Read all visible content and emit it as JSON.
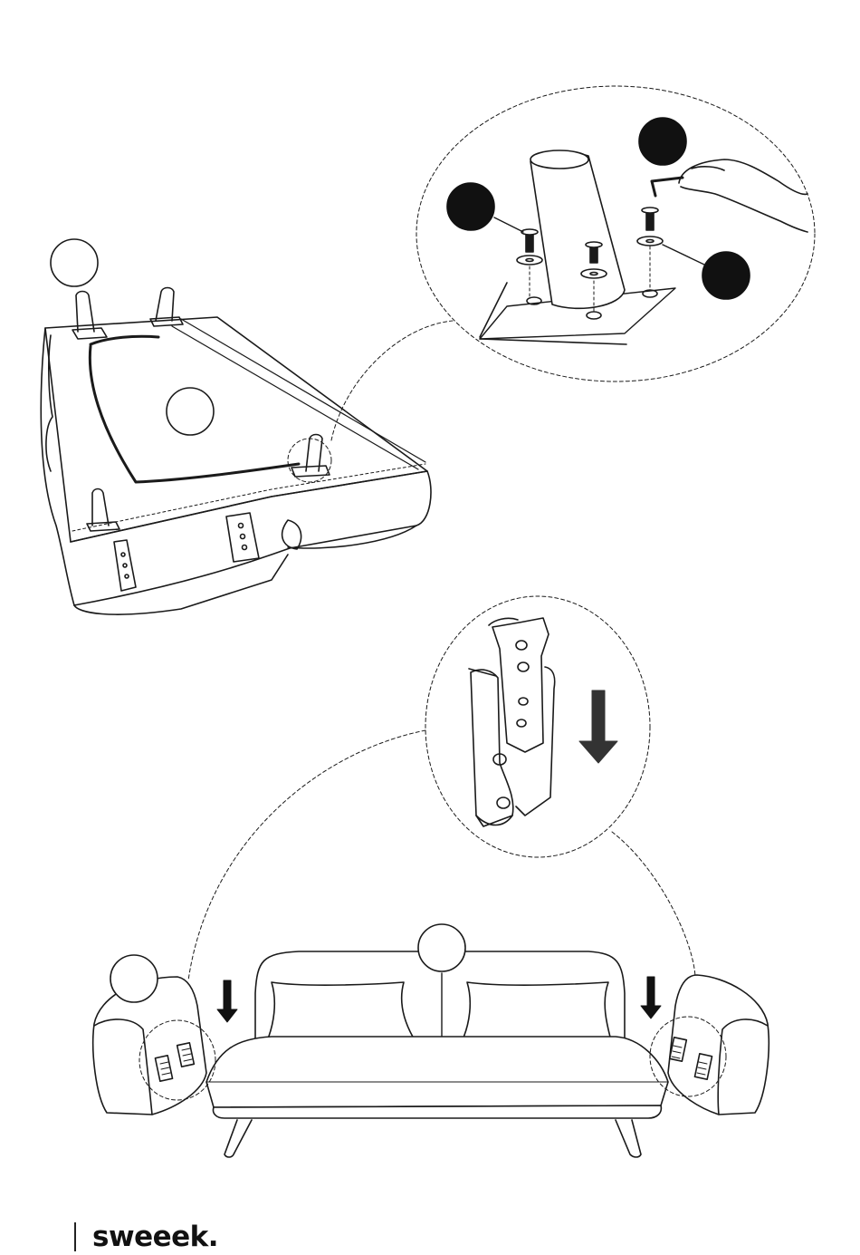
{
  "brand": {
    "logo_text": "sweeek."
  },
  "icons": {
    "step_a_badge": "empty-circle-badge",
    "step_b_badge": "empty-circle-badge",
    "part_badge_screw": "filled-circle-badge",
    "part_badge_key": "filled-circle-badge",
    "part_badge_washer": "filled-circle-badge",
    "down_arrow": "arrow-down-icon",
    "allen_key": "allen-key-icon",
    "hand": "hand-icon"
  },
  "colors": {
    "line": "#1a1a1a",
    "badge_fill": "#111111",
    "arrow_fill": "#333333",
    "background": "#ffffff"
  }
}
